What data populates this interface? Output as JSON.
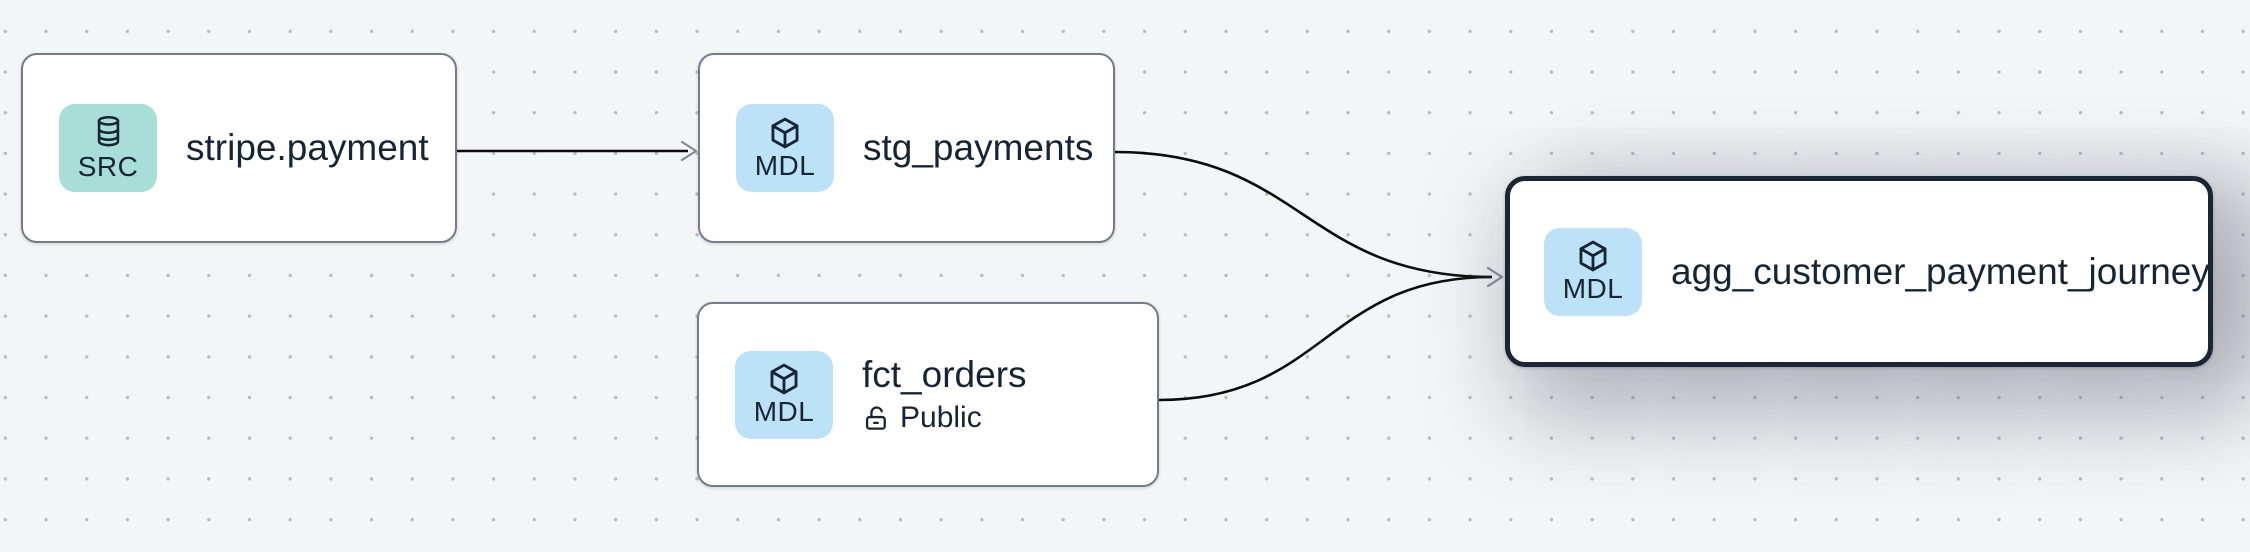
{
  "canvas": {
    "background_color": "#f4f5f7",
    "dot_color": "#b7bbc3",
    "edge_color": "#0c0c0c",
    "arrowhead_color": "#828a97",
    "node_border_color": "#747c8b",
    "selected_node_border_color": "#1c2534",
    "src_badge_color": "#a8ddd8",
    "mdl_badge_color": "#bde2f8",
    "text_color": "#172433"
  },
  "nodes": [
    {
      "id": "stripe-payment",
      "title": "stripe.payment",
      "badge_label": "SRC",
      "icon": "database-icon",
      "selected": false
    },
    {
      "id": "stg-payments",
      "title": "stg_payments",
      "badge_label": "MDL",
      "icon": "cube-icon",
      "selected": false
    },
    {
      "id": "fct-orders",
      "title": "fct_orders",
      "badge_label": "MDL",
      "icon": "cube-icon",
      "access_label": "Public",
      "access_icon": "lock-open-icon",
      "selected": false
    },
    {
      "id": "agg-customer-payment-journey",
      "title": "agg_customer_payment_journey",
      "badge_label": "MDL",
      "icon": "cube-icon",
      "selected": true
    }
  ],
  "edges": [
    {
      "from": "stripe.payment",
      "to": "stg_payments"
    },
    {
      "from": "stg_payments",
      "to": "agg_customer_payment_journey"
    },
    {
      "from": "fct_orders",
      "to": "agg_customer_payment_journey"
    }
  ]
}
